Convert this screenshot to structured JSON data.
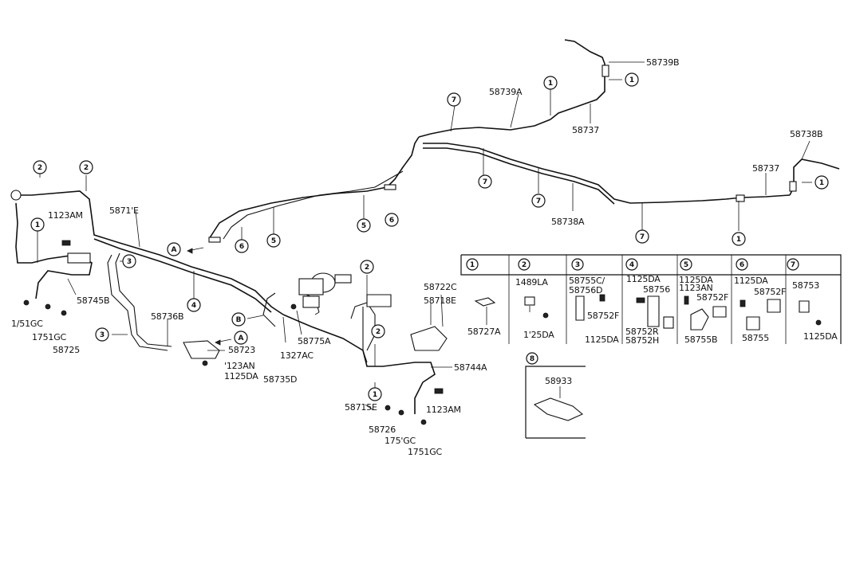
{
  "labels": {
    "p58739B": "58739B",
    "p58739A": "58739A",
    "p58737_top": "58737",
    "p58738B": "58738B",
    "p58737_right": "58737",
    "p58738A": "58738A",
    "p1123AM_left": "1123AM",
    "p58711E": "5871'E",
    "p58745B": "58745B",
    "p1751GC_a": "1/51GC",
    "p1751GC_b": "1751GC",
    "p58725": "58725",
    "p58736B": "58736B",
    "p58723": "58723",
    "p1123AN": "'123AN",
    "p1125DA_left": "1125DA",
    "p58735D": "58735D",
    "p1327AC": "1327AC",
    "p58775A": "58775A",
    "p58718E": "58718E",
    "p58722C": "58722C",
    "p58744A": "58744A",
    "p58715E": "58715E",
    "p1123AM_bottom": "1123AM",
    "p58726": "58726",
    "p1751GC_c": "175'GC",
    "p1751GC_d": "1751GC"
  },
  "circle_markers": {
    "c1": "1",
    "c2": "2",
    "c3": "3",
    "c4": "4",
    "c5": "5",
    "c6": "6",
    "c7": "7",
    "cA": "A",
    "cB": "B"
  },
  "detail_table": {
    "headers": [
      "1",
      "2",
      "3",
      "4",
      "5",
      "6",
      "7"
    ],
    "col1": [
      "58727A"
    ],
    "col2": [
      "1489LA",
      "1'25DA"
    ],
    "col3": [
      "58755C/",
      "58756D",
      "58752F",
      "1125DA"
    ],
    "col4": [
      "1125DA",
      "58756",
      "58752R",
      "58752H"
    ],
    "col5": [
      "1125DA",
      "1123AN",
      "58755B"
    ],
    "col6": [
      "1125DA",
      "58752F",
      "58752F",
      "58755"
    ],
    "col7": [
      "58753",
      "1125DA"
    ]
  },
  "detail_8": {
    "header": "8",
    "part": "58933"
  }
}
